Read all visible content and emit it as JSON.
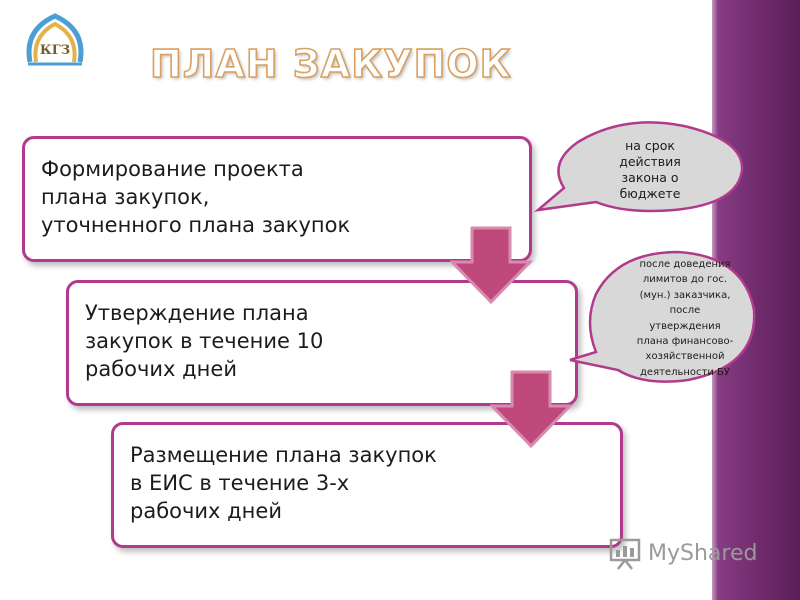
{
  "logo": {
    "text": "КГЗ",
    "icon": "dome-logo-icon"
  },
  "title": "ПЛАН ЗАКУПОК",
  "steps": [
    {
      "text": "Формирование проекта\nплана закупок,\nуточненного плана закупок"
    },
    {
      "text": "Утверждение плана\nзакупок в течение 10\nрабочих дней"
    },
    {
      "text": "Размещение плана закупок\nв ЕИС в течение 3-х\nрабочих дней"
    }
  ],
  "callouts": [
    {
      "text": "на срок\nдействия\nзакона о\nбюджете"
    },
    {
      "text": "после доведения\nлимитов до гос.\n(мун.) заказчика,\nпосле\nутверждения\nплана финансово-\nхозяйственной\nдеятельности БУ"
    }
  ],
  "watermark": {
    "text": "MyShared",
    "icon": "presentation-board-icon"
  },
  "colors": {
    "border": "#b13a8c",
    "arrow": "#c0497c",
    "band": "#6f2a6c",
    "bubble": "#d8d8d8"
  }
}
